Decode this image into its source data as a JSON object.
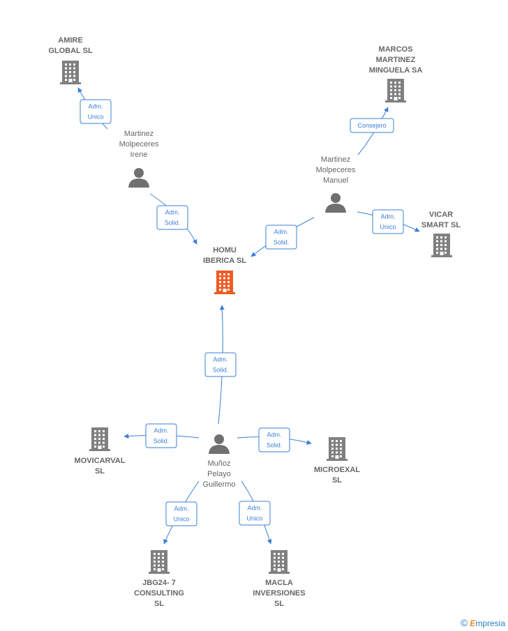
{
  "colors": {
    "edge": "#3a7fd5",
    "company_icon": "#808080",
    "main_company_icon": "#f05a23",
    "person_icon": "#707070",
    "label": "#666666"
  },
  "nodes": [
    {
      "id": "homu",
      "type": "company",
      "main": true,
      "lines": [
        "HOMU",
        "IBERICA  SL"
      ]
    },
    {
      "id": "amire",
      "type": "company",
      "lines": [
        "AMIRE",
        "GLOBAL  SL"
      ]
    },
    {
      "id": "marcos",
      "type": "company",
      "lines": [
        "MARCOS",
        "MARTINEZ",
        "MINGUELA SA"
      ]
    },
    {
      "id": "vicar",
      "type": "company",
      "lines": [
        "VICAR",
        "SMART  SL"
      ]
    },
    {
      "id": "movicarval",
      "type": "company",
      "lines": [
        "MOVICARVAL",
        "SL"
      ]
    },
    {
      "id": "microexal",
      "type": "company",
      "lines": [
        "MICROEXAL",
        "SL"
      ]
    },
    {
      "id": "jbg",
      "type": "company",
      "lines": [
        "JBG24- 7",
        "CONSULTING",
        "SL"
      ]
    },
    {
      "id": "macla",
      "type": "company",
      "lines": [
        "MACLA",
        "INVERSIONES",
        "SL"
      ]
    },
    {
      "id": "irene",
      "type": "person",
      "lines": [
        "Martinez",
        "Molpeceres",
        "Irene"
      ]
    },
    {
      "id": "manuel",
      "type": "person",
      "lines": [
        "Martinez",
        "Molpeceres",
        "Manuel"
      ]
    },
    {
      "id": "guillermo",
      "type": "person",
      "lines": [
        "Muñoz",
        "Pelayo",
        "Guillermo"
      ]
    }
  ],
  "edges": [
    {
      "from": "irene",
      "to": "amire",
      "lines": [
        "Adm.",
        "Unico"
      ]
    },
    {
      "from": "irene",
      "to": "homu",
      "lines": [
        "Adm.",
        "Solid."
      ]
    },
    {
      "from": "manuel",
      "to": "marcos",
      "lines": [
        "Consejero"
      ]
    },
    {
      "from": "manuel",
      "to": "homu",
      "lines": [
        "Adm.",
        "Solid."
      ]
    },
    {
      "from": "manuel",
      "to": "vicar",
      "lines": [
        "Adm.",
        "Unico"
      ]
    },
    {
      "from": "guillermo",
      "to": "homu",
      "lines": [
        "Adm.",
        "Solid."
      ]
    },
    {
      "from": "guillermo",
      "to": "movicarval",
      "lines": [
        "Adm.",
        "Solid."
      ]
    },
    {
      "from": "guillermo",
      "to": "microexal",
      "lines": [
        "Adm.",
        "Solid."
      ]
    },
    {
      "from": "guillermo",
      "to": "jbg",
      "lines": [
        "Adm.",
        "Unico"
      ]
    },
    {
      "from": "guillermo",
      "to": "macla",
      "lines": [
        "Adm.",
        "Unico"
      ]
    }
  ],
  "watermark": {
    "symbol": "©",
    "brand_initial": "E",
    "brand_rest": "mpresia"
  }
}
